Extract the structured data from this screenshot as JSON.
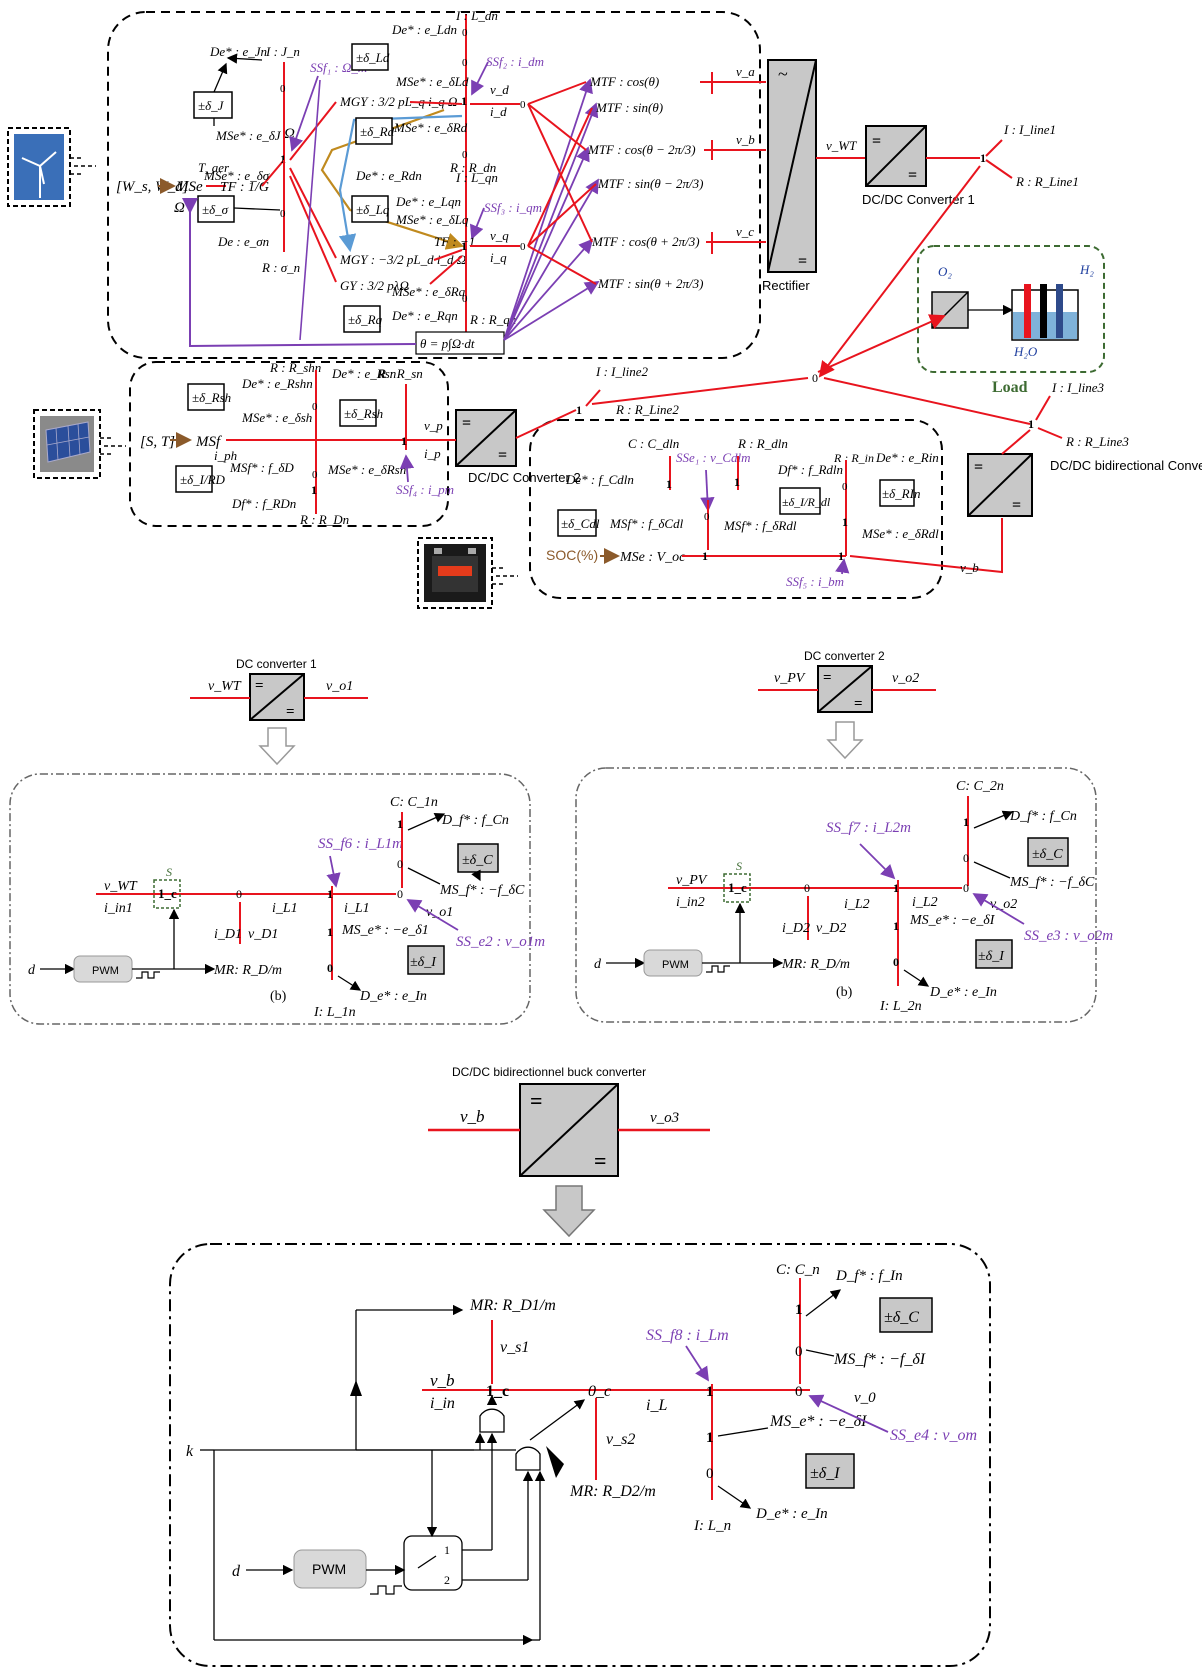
{
  "colors": {
    "bond": "#e8141e",
    "sensor": "#7b3fb3",
    "source": "#8b5a2b",
    "loop_gold": "#c08a1e",
    "loop_blue": "#5b9bd5",
    "load_border": "#3d6b32",
    "load_text": "#3d6b32",
    "box_fill": "#c8c8c8"
  },
  "icons": {
    "wind": "wind-turbine-icon",
    "pv": "solar-panel-icon",
    "battery": "battery-icon",
    "electrolyzer": "electrolyzer-icon"
  },
  "wind": {
    "input": "[W_s, W_d]",
    "mse": "MSe",
    "taer": "T_aer",
    "omega": "Ω",
    "omega2": "Ω",
    "tf": "TF : 1/G",
    "i_jn": "I : J_n",
    "de_j": "De* : e_Jn",
    "pm_j": "±δ_J",
    "mse_dj": "MSe* : e_δJ",
    "mse_es": "MSe* : e_δσ",
    "pm_s": "±δ_σ",
    "de_s": "De : e_σn",
    "r_s": "R : σ_n",
    "ssf1": "SSf₁ : Ω_m",
    "ssf2": "SSf₂ : i_dm",
    "ssf3": "SSf₃ : i_qm",
    "mgy1": "MGY : 3/2 pL_q i_q Ω",
    "mgy2": "MGY : −3/2 pL_d i_d Ω",
    "gy": "GY : 3/2 pλΩ",
    "tfm1": "TF : −1",
    "de_ld": "De* : e_Ldn",
    "i_ld": "I : L_dn",
    "pm_ld": "±δ_Ld",
    "mse_ld": "MSe* : e_δLd",
    "pm_rd": "±δ_Rd",
    "mse_rd": "MSe* : e_δRd",
    "de_rd": "De* : e_Rdn",
    "r_rd": "R : R_dn",
    "i_lq": "I : L_qn",
    "de_lq": "De* : e_Lqn",
    "pm_lq": "±δ_Lq",
    "mse_lq": "MSe* : e_δLq",
    "mse_rq": "MSe* : e_δRq",
    "pm_rq": "±δ_Rq",
    "de_rq": "De* : e_Rqn",
    "r_rq": "R : R_qn",
    "vd": "v_d",
    "id": "i_d",
    "vq": "v_q",
    "iq": "i_q",
    "theta": "θ = p∫Ω·dt",
    "mtf": [
      "MTF : cos(θ)",
      "MTF : sin(θ)",
      "MTF : cos(θ − 2π/3)",
      "MTF : sin(θ − 2π/3)",
      "MTF : cos(θ + 2π/3)",
      "MTF : sin(θ + 2π/3)"
    ],
    "va": "v_a",
    "vb": "v_b",
    "vc": "v_c",
    "rectifier": "Rectifier",
    "vwt": "v_WT",
    "conv1": "DC/DC Converter 1",
    "line1_i": "I : I_line1",
    "line1_r": "R : R_Line1"
  },
  "pv": {
    "input": "[S, T]",
    "msf": "MSf",
    "iph": "i_ph",
    "pm_rsh": "±δ_Rsh",
    "de_rsh": "De* : e_Rshn",
    "mse_rsh": "MSe* : e_δsh",
    "r_rsh": "R : R_shn",
    "de_rs": "De* : e_Rsn",
    "r_rs": "R : R_sn",
    "pm_rs": "±δ_Rsh",
    "mse_rs": "MSe* : e_δRsn",
    "pm_rd": "±δ_I/RD",
    "msf_d": "MSf* : f_δD",
    "df_d": "Df* : f_RDn",
    "r_d": "R : R_Dn",
    "vp": "v_p",
    "ip": "i_p",
    "ssf4": "SSf₄ : i_pm",
    "conv2": "DC/DC Converter 2",
    "line2_i": "I : I_line2",
    "line2_r": "R : R_Line2"
  },
  "battery": {
    "soc": "SOC(%)",
    "mse": "MSe : V_oc",
    "c": "C : C_dln",
    "sse1": "SSe₁ : v_Cdlm",
    "de_c": "De* : f_Cdln",
    "pm_c": "±δ_Cdl",
    "msf_c": "MSf* : f_δCdl",
    "r_dl": "R : R_dln",
    "df_dl": "Df* : f_Rdln",
    "pm_dl": "±δ_I/R_dl",
    "msf_dl": "MSf* : f_δRdl",
    "r_in": "R : R_in",
    "de_in": "De* : e_Rin",
    "pm_in": "±δ_RIn",
    "mse_in": "MSe* : e_δRdl",
    "ssf5": "SSf₅ : i_bm",
    "vb": "v_b",
    "bidi": "DC/DC bidirectional Converter",
    "line3_i": "I : I_line3",
    "line3_r": "R : R_Line3"
  },
  "load": {
    "label": "Load",
    "o2": "O₂",
    "h2": "H₂",
    "h2o": "H₂O"
  },
  "conv1": {
    "title": "DC converter 1",
    "vin": "v_WT",
    "vout": "v_o1",
    "ssf": "SS_f6 : i_L1m",
    "c": "C: C_1n",
    "df": "D_f* : f_Cn",
    "pmc": "±δ_C",
    "msf": "MS_f* : −f_δC",
    "vo": "v_o1",
    "sse": "SS_e2 : v_o1m",
    "il": "i_L1",
    "il2": "i_L1",
    "mse": "MS_e* : −e_δ1",
    "pmi": "±δ_I",
    "de": "D_e* : e_In",
    "i": "I: L_1n",
    "s": "S",
    "one_c": "1_c",
    "vin2": "v_WT",
    "iin": "i_in1",
    "id": "i_D1",
    "vd": "v_D1",
    "d": "d",
    "pwm": "PWM",
    "mr": "MR: R_D/m",
    "b": "(b)"
  },
  "conv2": {
    "title": "DC converter 2",
    "vin": "v_PV",
    "vout": "v_o2",
    "ssf": "SS_f7 : i_L2m",
    "c": "C: C_2n",
    "df": "D_f* : f_Cn",
    "pmc": "±δ_C",
    "msf": "MS_f* : −f_δC",
    "vo": "v_o2",
    "sse": "SS_e3 : v_o2m",
    "il": "i_L2",
    "il2": "i_L2",
    "mse": "MS_e* : −e_δI",
    "pmi": "±δ_I",
    "de": "D_e* : e_In",
    "i": "I: L_2n",
    "s": "S",
    "one_c": "1_c",
    "vin2": "v_PV",
    "iin": "i_in2",
    "id": "i_D2",
    "vd": "v_D2",
    "d": "d",
    "pwm": "PWM",
    "mr": "MR: R_D/m",
    "b": "(b)"
  },
  "conv3": {
    "title": "DC/DC bidirectionnel buck converter",
    "vin": "v_b",
    "vout": "v_o3",
    "mr1": "MR: R_D1/m",
    "vs1": "v_s1",
    "vb": "v_b",
    "iin": "i_in",
    "one_c": "1_c",
    "oc": "0_c",
    "il": "i_L",
    "ssf": "SS_f8 : i_Lm",
    "c": "C: C_n",
    "df": "D_f* : f_In",
    "pmc": "±δ_C",
    "msf": "MS_f* : −f_δI",
    "vo": "v_0",
    "sse": "SS_e4 : v_om",
    "mse": "MS_e* : −e_δI",
    "pmi": "±δ_I",
    "de": "D_e* : e_In",
    "i": "I: L_n",
    "vs2": "v_s2",
    "mr2": "MR: R_D2/m",
    "k": "k",
    "d": "d",
    "pwm": "PWM",
    "sw1": "1",
    "sw2": "2"
  }
}
